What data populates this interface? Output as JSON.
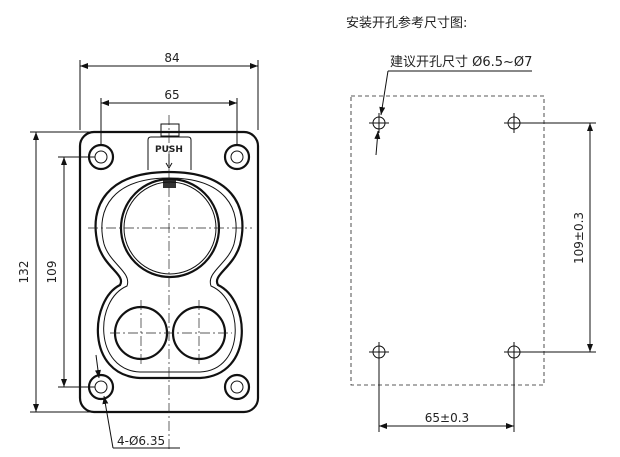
{
  "front_view": {
    "width_overall": "84",
    "hole_spacing_x": "65",
    "height_overall": "132",
    "hole_spacing_y": "109",
    "hole_callout": "4-Ø6.35",
    "push_label": "PUSH"
  },
  "cutout_view": {
    "title": "安装开孔参考尺寸图:",
    "hole_note": "建议开孔尺寸 Ø6.5~Ø7",
    "spacing_y": "109±0.3",
    "spacing_x": "65±0.3"
  }
}
